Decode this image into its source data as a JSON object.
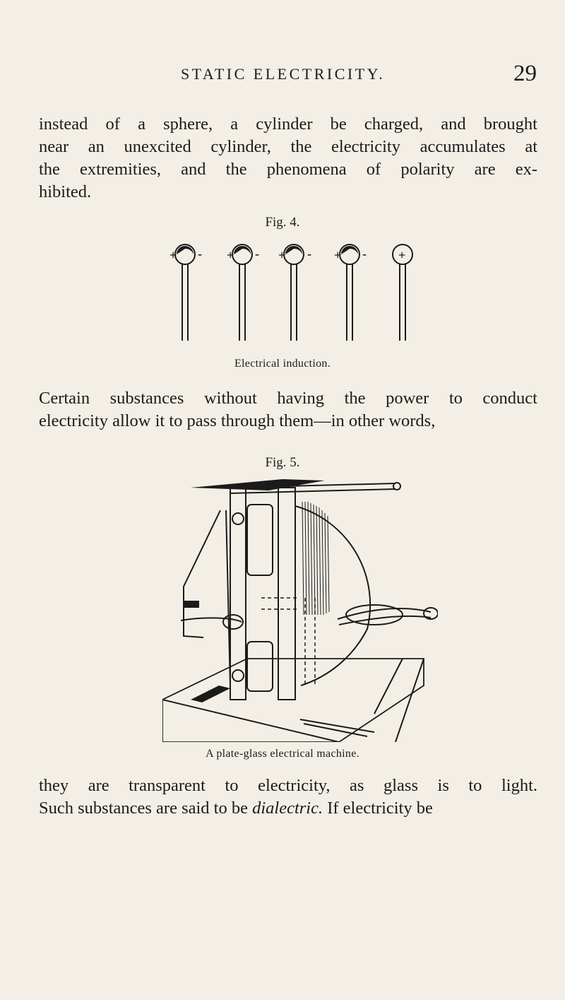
{
  "header": {
    "running_title": "STATIC ELECTRICITY.",
    "page_number": "29"
  },
  "paragraph1": {
    "lines": [
      "instead of a sphere, a cylinder be charged, and brought",
      "near an unexcited cylinder, the electricity accumulates at",
      "the extremities, and the phenomena of polarity are ex-",
      "hibited."
    ]
  },
  "figure4": {
    "label": "Fig. 4.",
    "caption": "Electrical induction.",
    "signs": [
      "+",
      "-",
      "+",
      "-",
      "+",
      "-",
      "+",
      "-",
      "+"
    ]
  },
  "paragraph2": {
    "lines": [
      "Certain substances without having the power to conduct",
      "electricity allow it to pass through them—in other words,"
    ]
  },
  "figure5": {
    "label": "Fig. 5.",
    "caption": "A plate-glass electrical machine."
  },
  "paragraph3": {
    "line1": "they are transparent to electricity, as glass is to light.",
    "line2_prefix": "Such substances are said to be ",
    "line2_italic": "dialectric.",
    "line2_suffix": "  If electricity be"
  },
  "colors": {
    "paper": "#f3efe6",
    "ink": "#1b1b1b"
  }
}
